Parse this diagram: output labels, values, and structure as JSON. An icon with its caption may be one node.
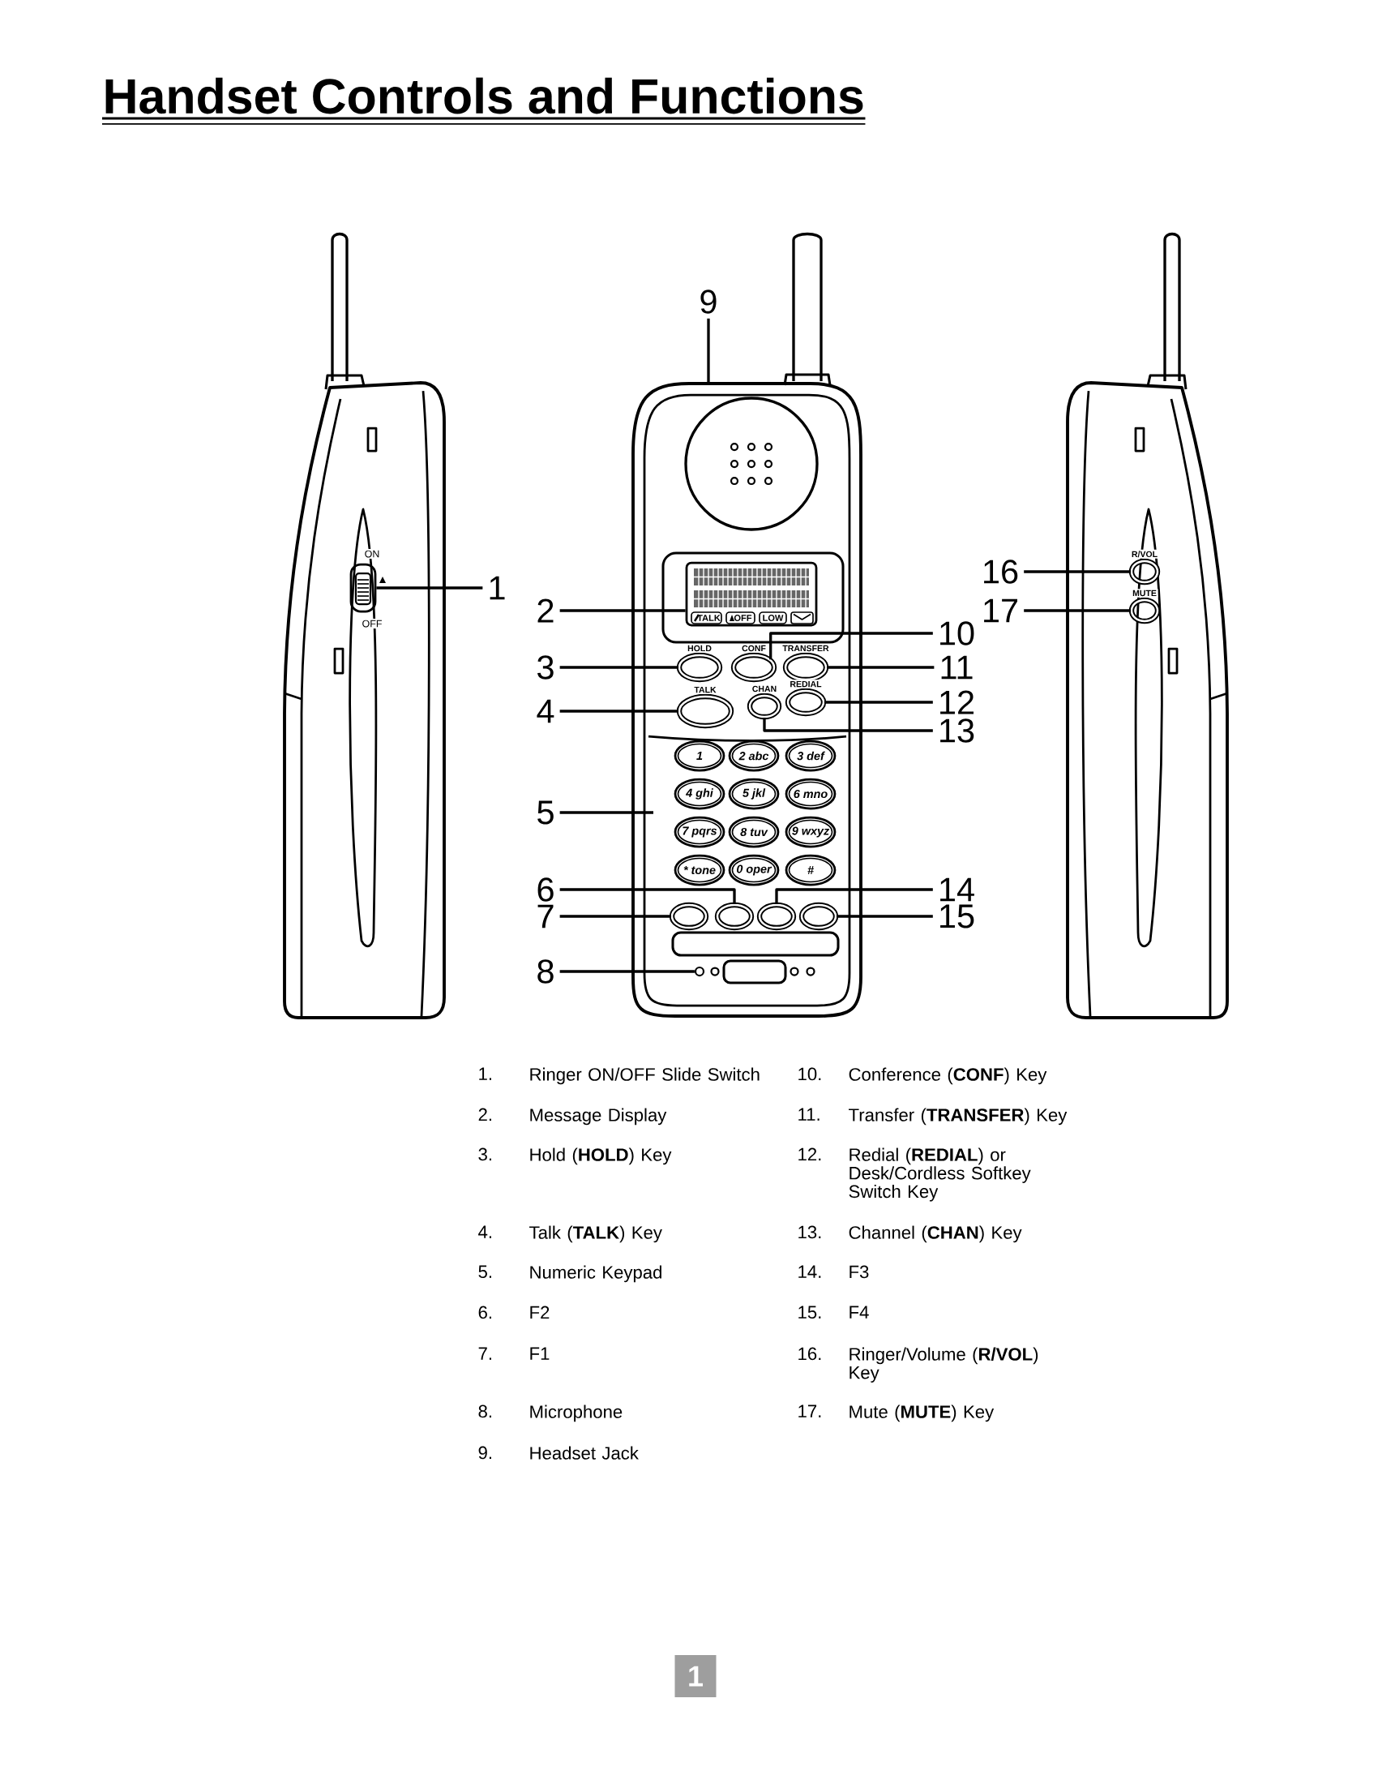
{
  "diagram": {
    "title": "Handset Controls and Functions",
    "nodes": [
      {
        "text": [
          "1"
        ]
      },
      {
        "text": [
          "2"
        ]
      },
      {
        "text": [
          "3"
        ]
      },
      {
        "text": [
          "4"
        ]
      },
      {
        "text": [
          "5"
        ]
      },
      {
        "text": [
          "6"
        ]
      },
      {
        "text": [
          "7"
        ]
      },
      {
        "text": [
          "8"
        ]
      },
      {
        "text": [
          "9"
        ]
      },
      {
        "text": [
          "10"
        ]
      },
      {
        "text": [
          "11"
        ]
      },
      {
        "text": [
          "12"
        ]
      },
      {
        "text": [
          "13"
        ]
      },
      {
        "text": [
          "14"
        ]
      },
      {
        "text": [
          "15"
        ]
      },
      {
        "text": [
          "16"
        ]
      },
      {
        "text": [
          "17"
        ]
      },
      {
        "text": [
          "ON",
          "OFF"
        ]
      },
      {
        "text": [
          "TALK",
          "OFF",
          "LOW"
        ]
      },
      {
        "text": [
          "HOLD"
        ]
      },
      {
        "text": [
          "TALK"
        ]
      },
      {
        "text": [],
        "shape": "ellipse"
      },
      {
        "text": [],
        "shape": "ellipse"
      },
      {
        "text": [],
        "shape": "circle"
      },
      {
        "text": [
          "CONF"
        ]
      },
      {
        "text": [
          "TRANSFER"
        ]
      },
      {
        "text": [
          "REDIAL"
        ]
      },
      {
        "text": [
          "CHAN"
        ]
      },
      {
        "text": [],
        "shape": "ellipse"
      },
      {
        "text": [],
        "shape": "ellipse"
      },
      {
        "text": [
          "R/VOL"
        ]
      },
      {
        "text": [
          "MUTE"
        ]
      }
    ],
    "edges": [
      {
        "from": 0,
        "to": 17,
        "arrow": "none"
      },
      {
        "from": 1,
        "to": 18,
        "arrow": "none"
      },
      {
        "from": 2,
        "to": 19,
        "arrow": "none"
      },
      {
        "from": 3,
        "to": 20,
        "arrow": "none"
      },
      {
        "from": 4,
        "to": null,
        "arrow": "none"
      },
      {
        "from": 5,
        "to": 22,
        "arrow": "none"
      },
      {
        "from": 6,
        "to": 21,
        "arrow": "none"
      },
      {
        "from": 7,
        "to": 23,
        "arrow": "none"
      },
      {
        "from": 8,
        "to": null,
        "arrow": "none"
      },
      {
        "from": 9,
        "to": 24,
        "arrow": "none"
      },
      {
        "from": 10,
        "to": 25,
        "arrow": "none"
      },
      {
        "from": 11,
        "to": 26,
        "arrow": "none"
      },
      {
        "from": 12,
        "to": 27,
        "arrow": "none"
      },
      {
        "from": 13,
        "to": 28,
        "arrow": "none"
      },
      {
        "from": 14,
        "to": 29,
        "arrow": "none"
      },
      {
        "from": 15,
        "to": 30,
        "arrow": "none"
      },
      {
        "from": 16,
        "to": 31,
        "arrow": "none"
      }
    ],
    "labels": [
      "1",
      "2 abc",
      "3 def",
      "4 ghi",
      "5 jkl",
      "6 mno",
      "7 pqrs",
      "8 tuv",
      "9 wxyz",
      "* tone",
      "0 oper",
      "#",
      "1.",
      "Ringer ON/OFF Slide Switch",
      "10.",
      "Conference (**CONF**) Key",
      "2.",
      "Message Display",
      "11.",
      "Transfer (**TRANSFER**) Key",
      "3.",
      "Hold (**HOLD**) Key",
      "12.",
      "Redial (**REDIAL**) or Desk/Cordless Softkey Switch Key",
      "4.",
      "Talk (**TALK**) Key",
      "13.",
      "Channel (**CHAN**) Key",
      "5.",
      "Numeric Keypad",
      "14.",
      "F3",
      "6.",
      "F2",
      "15.",
      "F4",
      "7.",
      "F1",
      "16.",
      "Ringer/Volume (**R/VOL**) Key",
      "8.",
      "Microphone",
      "17.",
      "Mute (**MUTE**) Key",
      "9.",
      "Headset Jack",
      "1"
    ]
  }
}
